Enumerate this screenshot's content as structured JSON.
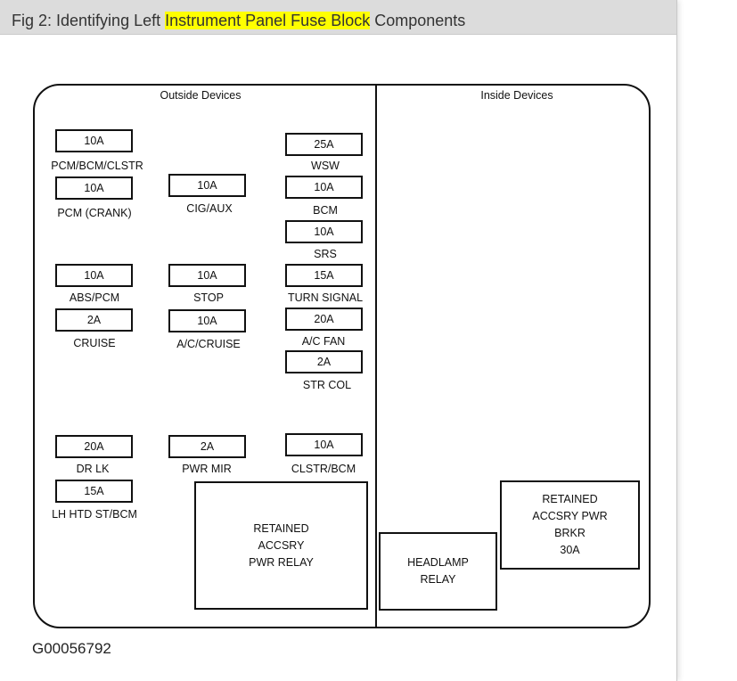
{
  "header": {
    "title_prefix": "Fig 2: Identifying Left ",
    "title_highlight": "Instrument Panel Fuse Block",
    "title_suffix": " Components",
    "highlight_color": "#ffff00"
  },
  "diagram": {
    "outside_label": "Outside Devices",
    "inside_label": "Inside Devices",
    "fuses": [
      {
        "rating": "10A",
        "label": "PCM/BCM/CLSTR"
      },
      {
        "rating": "10A",
        "label": "PCM (CRANK)"
      },
      {
        "rating": "10A",
        "label": "CIG/AUX"
      },
      {
        "rating": "25A",
        "label": "WSW"
      },
      {
        "rating": "10A",
        "label": "BCM"
      },
      {
        "rating": "10A",
        "label": "SRS"
      },
      {
        "rating": "10A",
        "label": "ABS/PCM"
      },
      {
        "rating": "10A",
        "label": "STOP"
      },
      {
        "rating": "15A",
        "label": "TURN SIGNAL"
      },
      {
        "rating": "2A",
        "label": "CRUISE"
      },
      {
        "rating": "10A",
        "label": "A/C/CRUISE"
      },
      {
        "rating": "20A",
        "label": "A/C FAN"
      },
      {
        "rating": "2A",
        "label": "STR COL"
      },
      {
        "rating": "20A",
        "label": "DR LK"
      },
      {
        "rating": "2A",
        "label": "PWR MIR"
      },
      {
        "rating": "10A",
        "label": "CLSTR/BCM"
      },
      {
        "rating": "15A",
        "label": "LH HTD ST/BCM"
      }
    ],
    "retained_relay": [
      "RETAINED",
      "ACCSRY",
      "PWR RELAY"
    ],
    "headlamp_relay": [
      "HEADLAMP",
      "RELAY"
    ],
    "retained_breaker": [
      "RETAINED",
      "ACCSRY PWR",
      "BRKR",
      "30A"
    ]
  },
  "footer": {
    "code": "G00056792"
  }
}
